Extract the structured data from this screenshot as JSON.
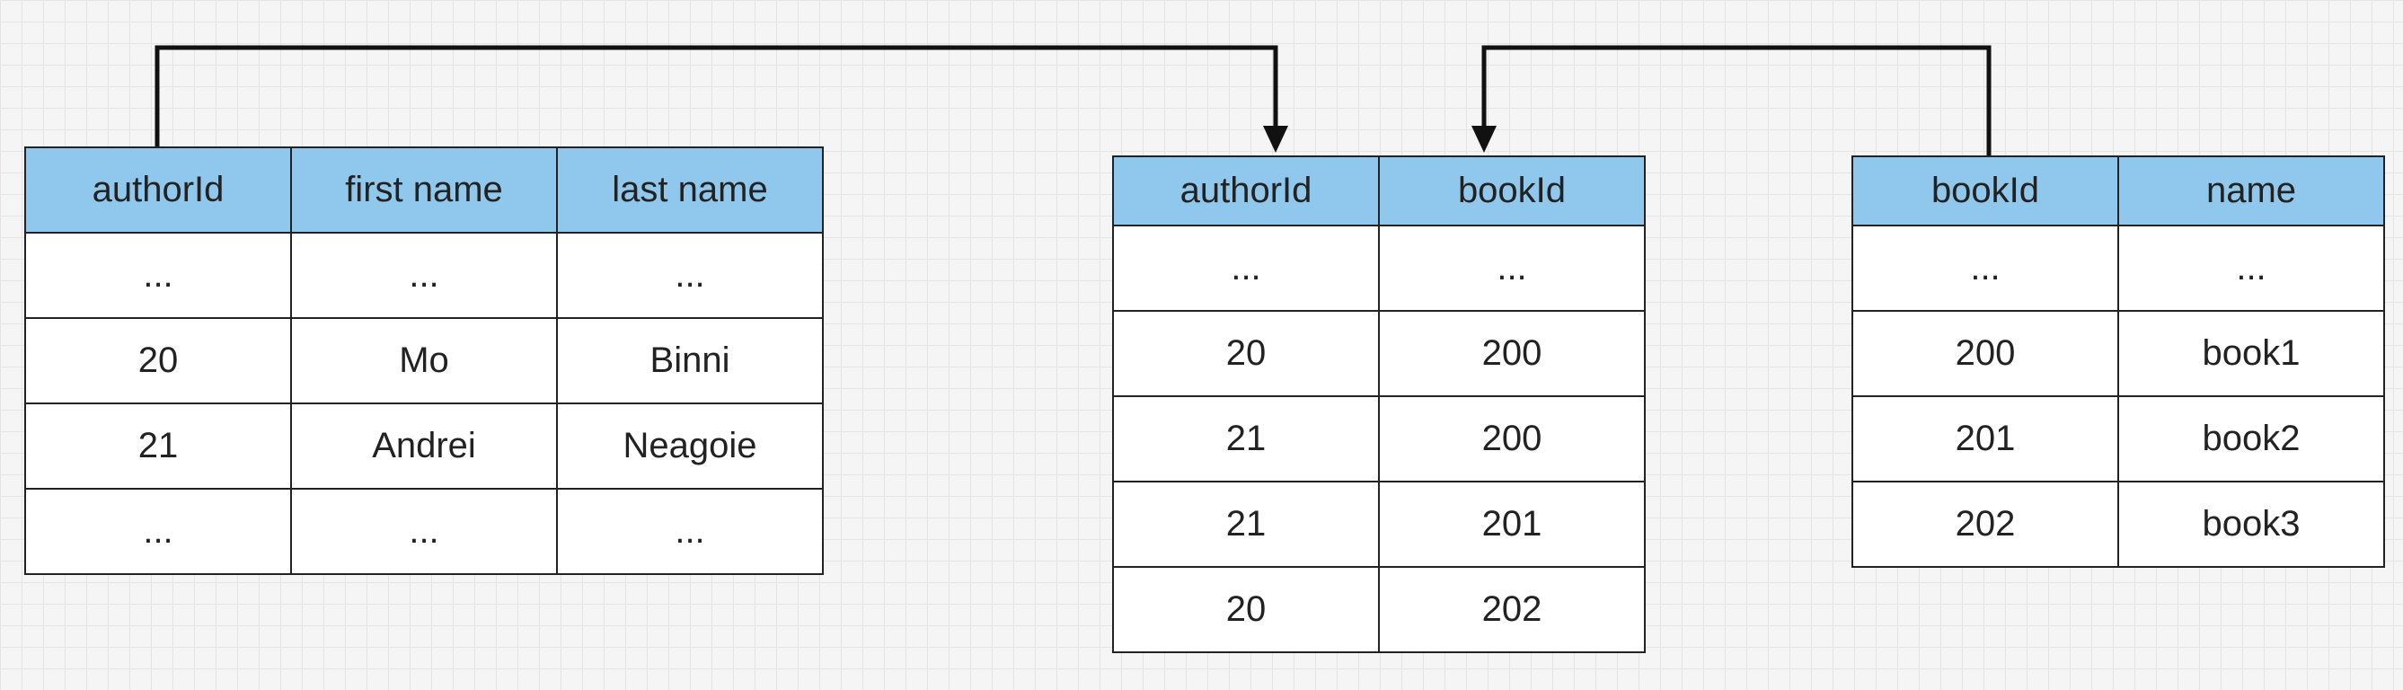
{
  "colors": {
    "header": "#8fc8ec",
    "border": "#222222",
    "cell": "#ffffff",
    "background": "#f5f5f5"
  },
  "tables": {
    "authors": {
      "headers": [
        "authorId",
        "first name",
        "last name"
      ],
      "rows": [
        [
          "...",
          "...",
          "..."
        ],
        [
          "20",
          "Mo",
          "Binni"
        ],
        [
          "21",
          "Andrei",
          "Neagoie"
        ],
        [
          "...",
          "...",
          "..."
        ]
      ]
    },
    "author_books": {
      "headers": [
        "authorId",
        "bookId"
      ],
      "rows": [
        [
          "...",
          "..."
        ],
        [
          "20",
          "200"
        ],
        [
          "21",
          "200"
        ],
        [
          "21",
          "201"
        ],
        [
          "20",
          "202"
        ]
      ]
    },
    "books": {
      "headers": [
        "bookId",
        "name"
      ],
      "rows": [
        [
          "...",
          "..."
        ],
        [
          "200",
          "book1"
        ],
        [
          "201",
          "book2"
        ],
        [
          "202",
          "book3"
        ]
      ]
    }
  },
  "relationships": [
    {
      "from_table": "authors",
      "from_column": "authorId",
      "to_table": "author_books",
      "to_column": "authorId"
    },
    {
      "from_table": "books",
      "from_column": "bookId",
      "to_table": "author_books",
      "to_column": "bookId"
    }
  ]
}
